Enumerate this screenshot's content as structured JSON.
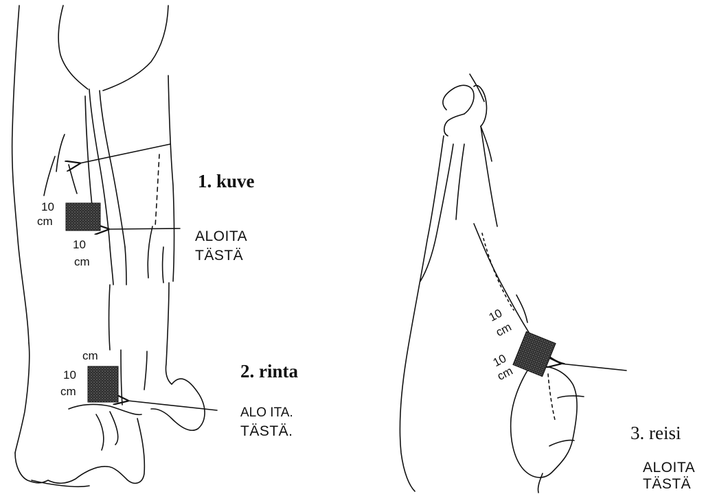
{
  "figure1": {
    "caption": "1. kuve",
    "instruction_line1": "ALOITA",
    "instruction_line2": "TÄSTÄ",
    "dim_vertical_value": "10",
    "dim_vertical_unit": "cm",
    "dim_horizontal_value": "10",
    "dim_horizontal_unit": "cm"
  },
  "figure2": {
    "caption": "2. rinta",
    "instruction_line1": "ALO ITA.",
    "instruction_line2": "TÄSTÄ.",
    "dim_top_unit": "cm",
    "dim_value": "10",
    "dim_unit": "cm"
  },
  "figure3": {
    "caption": "3. reisi",
    "instruction_line1": "ALOITA",
    "instruction_line2": "TÄSTÄ",
    "dim1_value": "10",
    "dim1_unit": "cm",
    "dim2_value": "10",
    "dim2_unit": "cm"
  },
  "colors": {
    "ink": "#111111",
    "patch": "#3a3a3a",
    "background": "#ffffff"
  }
}
